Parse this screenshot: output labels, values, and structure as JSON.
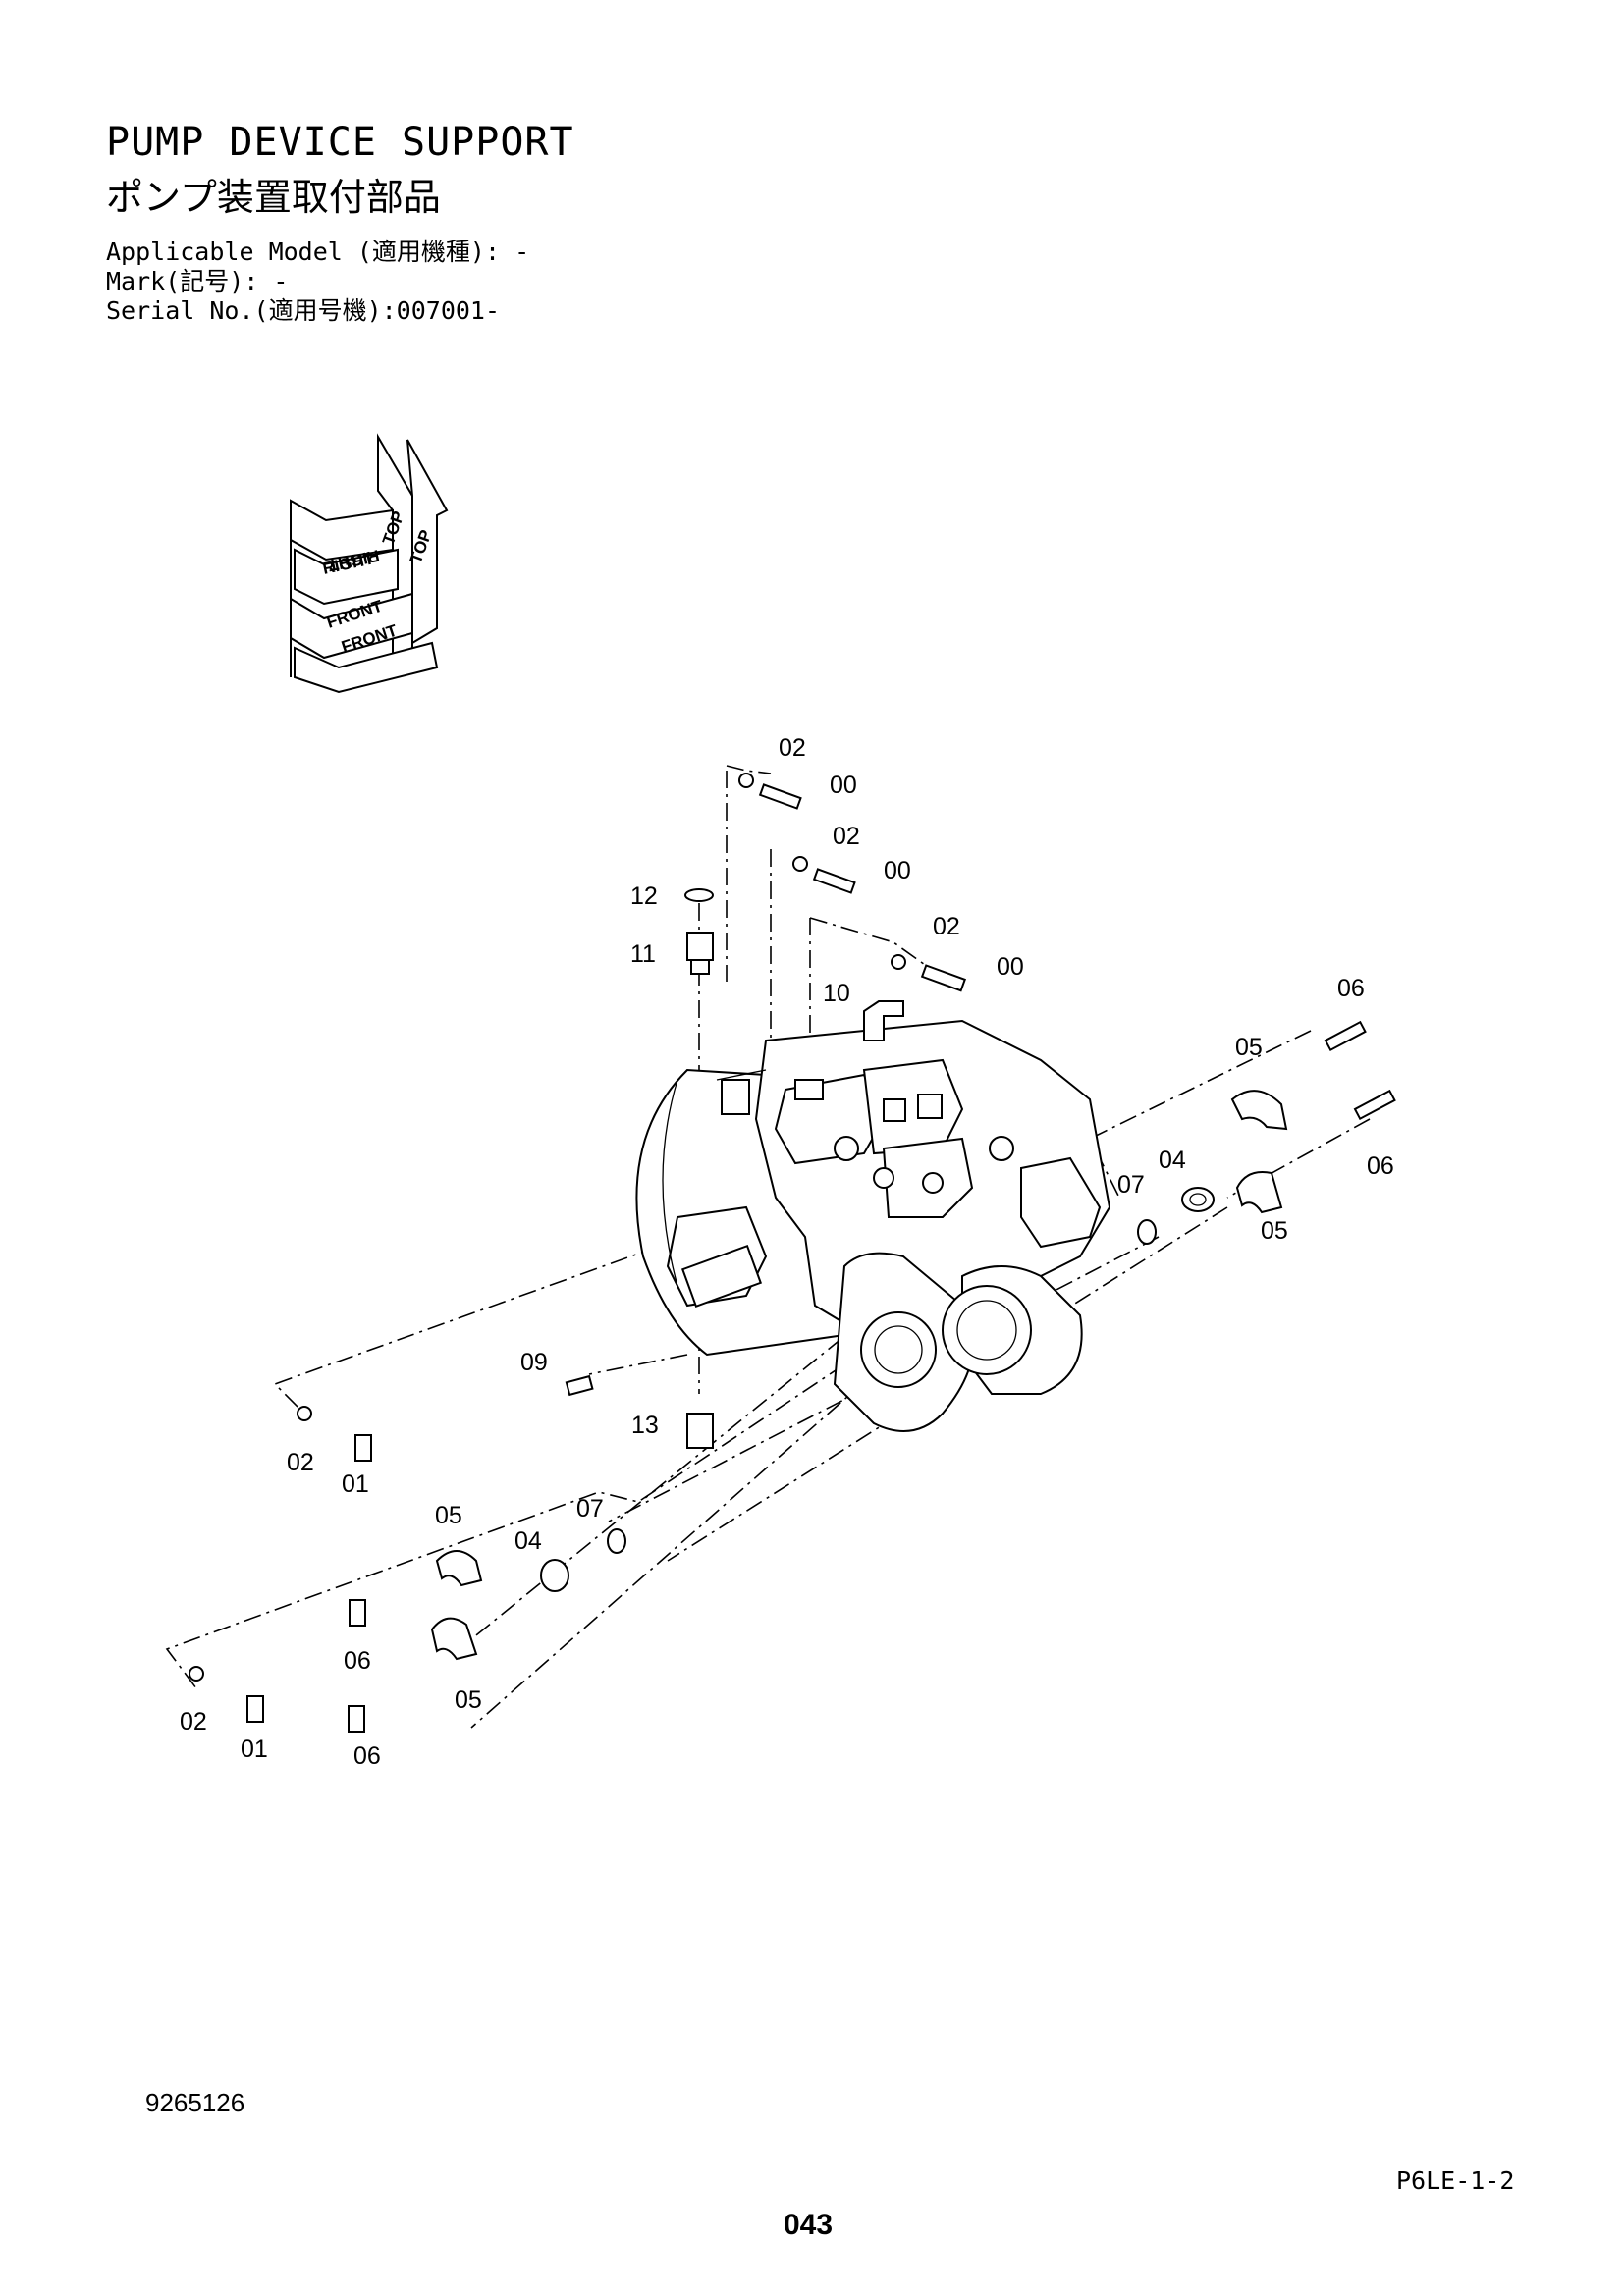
{
  "header": {
    "title_en": "PUMP DEVICE SUPPORT",
    "title_ja": "ポンプ装置取付部品",
    "applicable_model": "Applicable Model (適用機種): -",
    "mark": "Mark(記号): -",
    "serial_no": "Serial No.(適用号機):007001-"
  },
  "orientation": {
    "top_label": "TOP",
    "right_label": "RIGHT",
    "front_label": "FRONT"
  },
  "callouts": [
    {
      "id": "c1",
      "text": "02"
    },
    {
      "id": "c2",
      "text": "00"
    },
    {
      "id": "c3",
      "text": "02"
    },
    {
      "id": "c4",
      "text": "00"
    },
    {
      "id": "c5",
      "text": "02"
    },
    {
      "id": "c6",
      "text": "00"
    },
    {
      "id": "c7",
      "text": "12"
    },
    {
      "id": "c8",
      "text": "11"
    },
    {
      "id": "c9",
      "text": "10"
    },
    {
      "id": "c10",
      "text": "06"
    },
    {
      "id": "c11",
      "text": "05"
    },
    {
      "id": "c12",
      "text": "04"
    },
    {
      "id": "c13",
      "text": "07"
    },
    {
      "id": "c14",
      "text": "06"
    },
    {
      "id": "c15",
      "text": "05"
    },
    {
      "id": "c16",
      "text": "09"
    },
    {
      "id": "c17",
      "text": "13"
    },
    {
      "id": "c18",
      "text": "02"
    },
    {
      "id": "c19",
      "text": "01"
    },
    {
      "id": "c20",
      "text": "05"
    },
    {
      "id": "c21",
      "text": "07"
    },
    {
      "id": "c22",
      "text": "04"
    },
    {
      "id": "c23",
      "text": "06"
    },
    {
      "id": "c24",
      "text": "05"
    },
    {
      "id": "c25",
      "text": "02"
    },
    {
      "id": "c26",
      "text": "01"
    },
    {
      "id": "c27",
      "text": "06"
    }
  ],
  "footer": {
    "ref_number": "9265126",
    "page_code": "P6LE-1-2",
    "page_number": "043"
  }
}
